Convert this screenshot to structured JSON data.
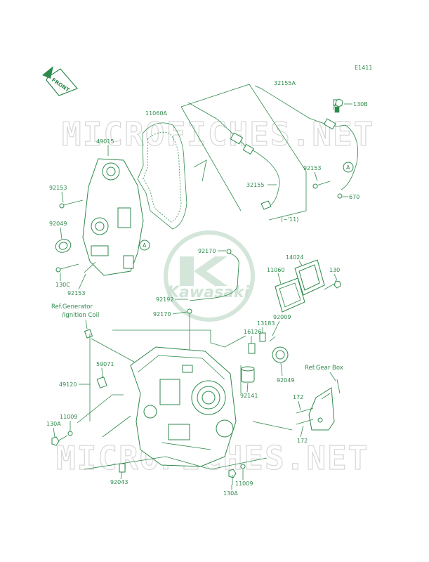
{
  "diagram_code": "E1411",
  "front_label": "FRONT",
  "watermark": "MICROFICHES.NET",
  "brand_logo_text": "Kawasaki",
  "accent_color": "#2e8a4c",
  "part_labels": {
    "p32155A": "32155A",
    "p130B": "130B",
    "p11060A": "11060A",
    "p49015": "49015",
    "p92153_top_right": "92153",
    "p32155": "32155",
    "p670": "670",
    "p11_note": "(~'11)",
    "p92153_left": "92153",
    "p92049_left": "92049",
    "p130C": "130C",
    "p92153_left_low": "92153",
    "p92170_top": "92170",
    "p14024": "14024",
    "p11060": "11060",
    "p130": "130",
    "p92192": "92192",
    "p92170_mid": "92170",
    "p92009": "92009",
    "p13183": "13183",
    "p16126": "16126",
    "p92049_right": "92049",
    "p59071": "59071",
    "p49120": "49120",
    "p92141": "92141",
    "p172_upper": "172",
    "p172_lower": "172",
    "p11009_left": "11009",
    "p130A_left": "130A",
    "p92043": "92043",
    "p11009_bottom": "11009",
    "p130A_bottom": "130A"
  },
  "refs": {
    "generator_line1": "Ref.Generator",
    "generator_line2": "/Ignition Coil",
    "gear_box": "Ref.Gear Box"
  },
  "callout_marker": "A"
}
